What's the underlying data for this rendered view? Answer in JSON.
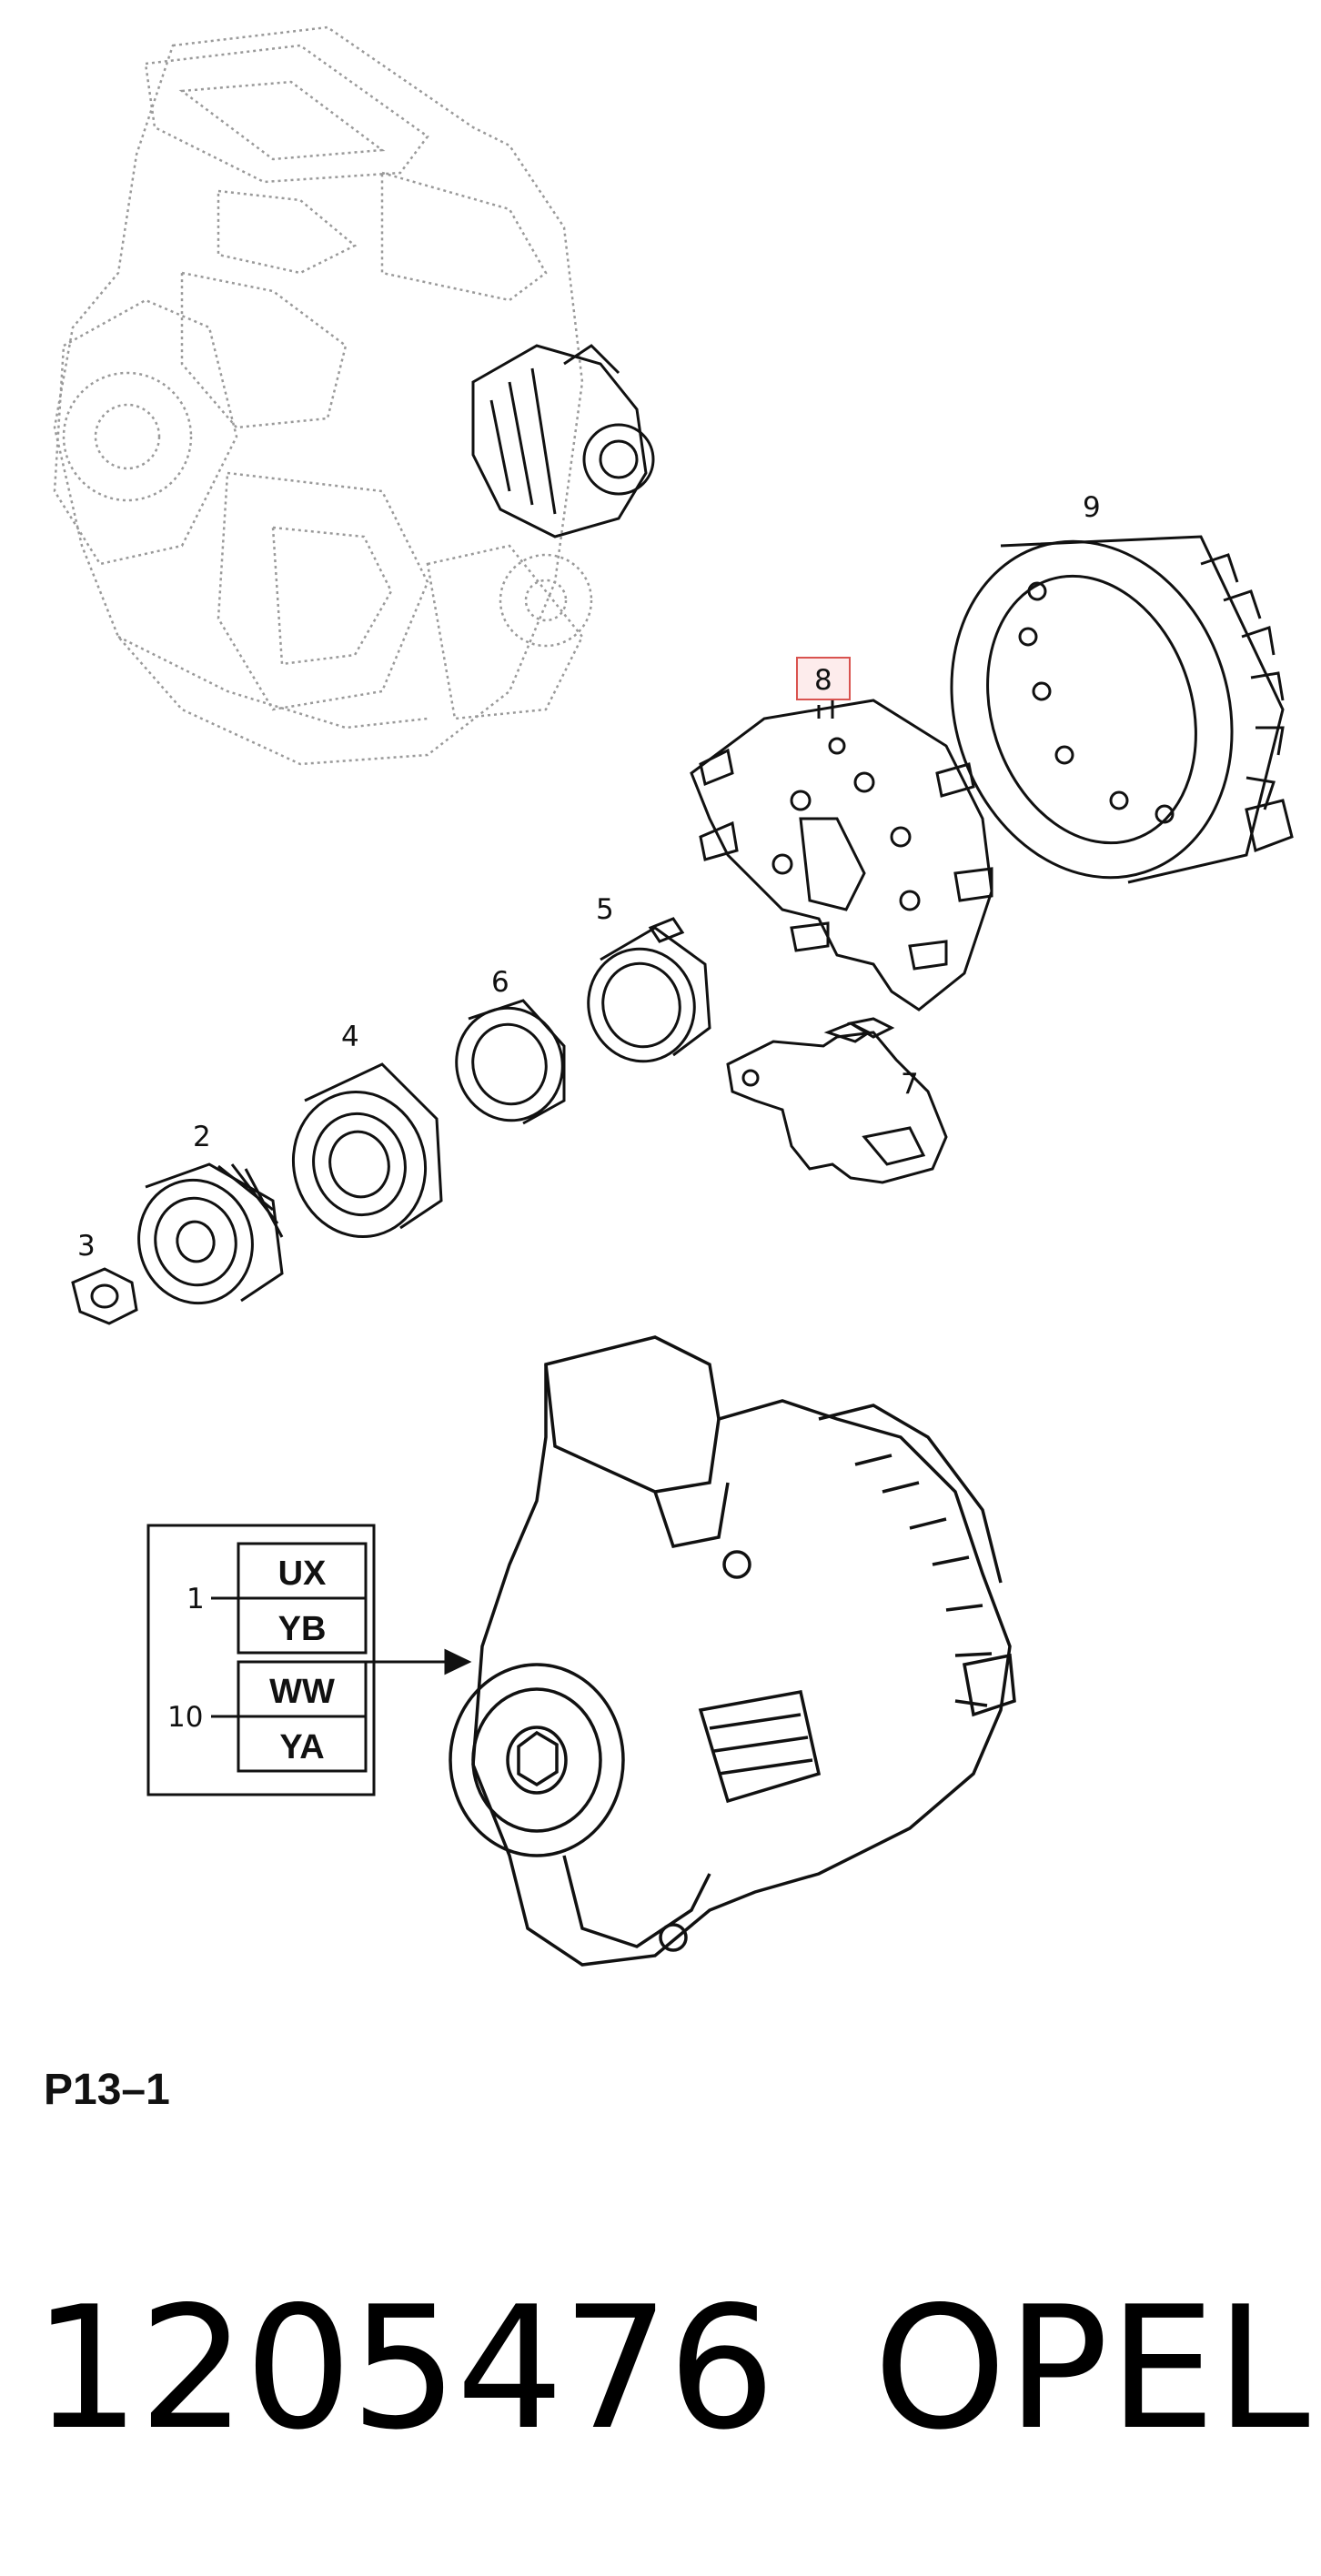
{
  "callouts": {
    "c1": "1",
    "c2": "2",
    "c3": "3",
    "c4": "4",
    "c5": "5",
    "c6": "6",
    "c7": "7",
    "c8": "8",
    "c9": "9",
    "c10": "10"
  },
  "codes": {
    "ux": "UX",
    "yb": "YB",
    "ww": "WW",
    "ya": "YA"
  },
  "figure_ref": "P13–1",
  "part_number": "1205476",
  "brand": "OPEL",
  "colors": {
    "highlight": "#d9534f",
    "highlight_fill": "#fdecec",
    "line": "#111111",
    "engine_line": "#9a9a9a"
  }
}
